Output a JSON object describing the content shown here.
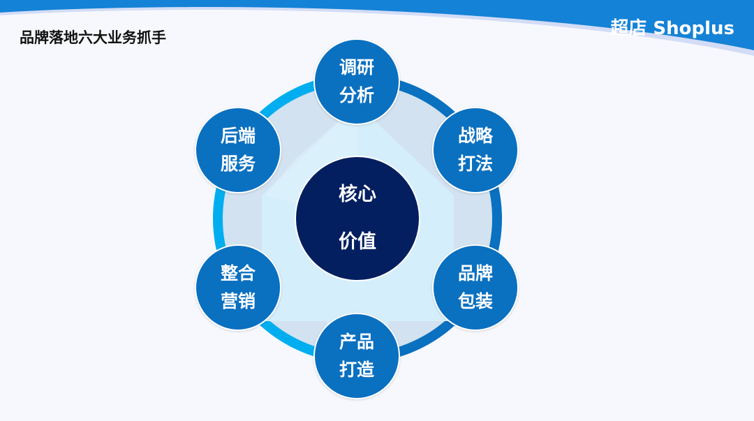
{
  "header": {
    "title": "品牌落地六大业务抓手",
    "brand": "超店 Shoplus"
  },
  "colors": {
    "header_blue": "#1482d6",
    "node_blue": "#0a70c0",
    "center_navy": "#031f5f",
    "ring_light": "#00aeef",
    "ring_dark": "#0a70c0"
  },
  "diagram": {
    "center": {
      "line1": "核心",
      "line2": "价值"
    },
    "nodes": [
      {
        "line1": "调研",
        "line2": "分析"
      },
      {
        "line1": "战略",
        "line2": "打法"
      },
      {
        "line1": "品牌",
        "line2": "包装"
      },
      {
        "line1": "产品",
        "line2": "打造"
      },
      {
        "line1": "整合",
        "line2": "营销"
      },
      {
        "line1": "后端",
        "line2": "服务"
      }
    ]
  }
}
